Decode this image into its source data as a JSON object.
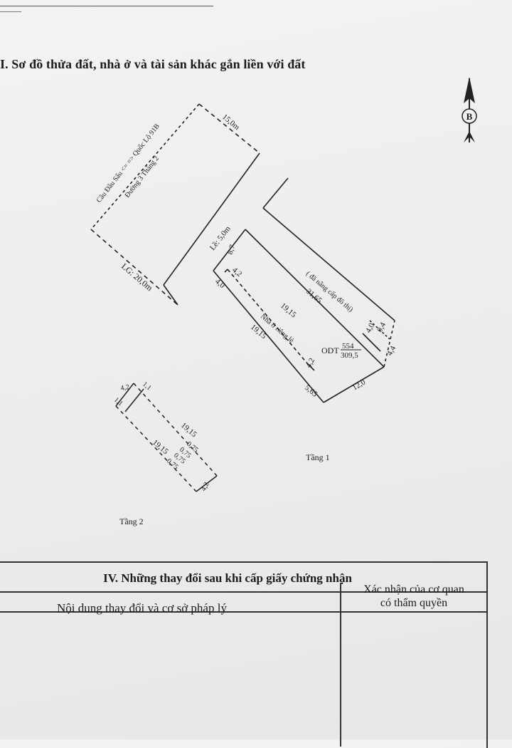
{
  "document": {
    "heading": "I. Sơ đồ thửa đất, nhà ở và tài sản khác gắn liền với đất"
  },
  "plan": {
    "north_label": "B",
    "road_right": "Cầu Đầu Sấu <= => Quốc Lộ 91B",
    "road_name": "Đường 3 Tháng 2",
    "dim_road_top": "15,0m",
    "dim_lg": "LG: 20,0m",
    "dim_le": "Lề: 5,0m",
    "dim_87": "8,7",
    "dim_40_left": "4,0",
    "dim_42_top": "4,2",
    "dim_3165": "31,65",
    "road_upgrade_note": "( đã nâng cấp đô thị)",
    "dim_40_right": "4,0",
    "dim_04": "0,4",
    "dim_44": "4,4",
    "dim_1915_a": "19,15",
    "dim_1915_b": "19,15",
    "house_label": "Nhà ở riêng lẻ",
    "parcel_code": "ODT",
    "parcel_number": "554",
    "parcel_area": "309,5",
    "dim_42_bottom": "4,2",
    "dim_565": "5,65",
    "dim_120": "12,0",
    "floor1_label": "Tầng 1",
    "f2_42_top": "4,2",
    "f2_11_a": "1,1",
    "f2_11_b": "1,1",
    "f2_1915_a": "19,15",
    "f2_1915_b": "19,15",
    "f2_075_a": "0,75",
    "f2_075_b": "0,75",
    "f2_075_c": "0,75",
    "f2_075_d": "0,75",
    "f2_42_bottom": "4,2",
    "floor2_label": "Tầng 2"
  },
  "table": {
    "title": "IV. Những thay đổi sau khi cấp giấy chứng nhận",
    "col_left": "Nội dung thay đổi và cơ sở pháp lý",
    "col_right_line1": "Xác nhận của cơ quan",
    "col_right_line2": "có thẩm quyền"
  }
}
